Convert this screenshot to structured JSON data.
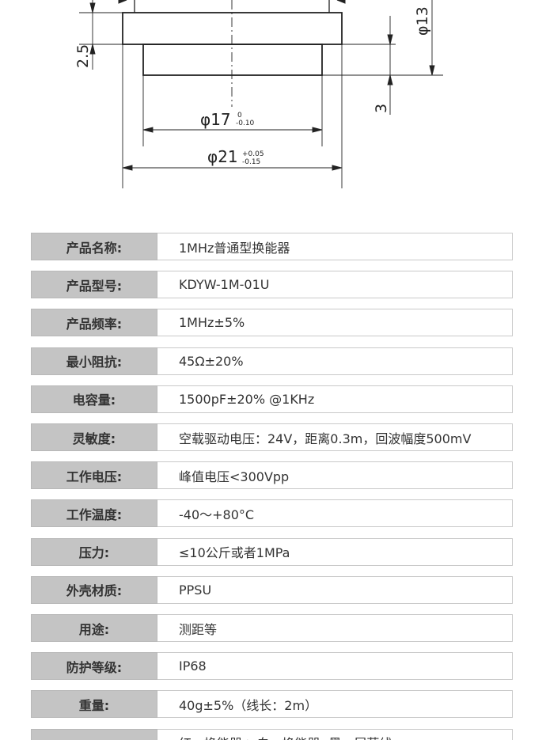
{
  "drawing": {
    "dim_d17": "φ17",
    "dim_d17_tol_upper": "0",
    "dim_d17_tol_lower": "-0.10",
    "dim_d21": "φ21",
    "dim_d21_tol_upper": "+0.05",
    "dim_d21_tol_lower": "-0.15",
    "dim_d13": "φ13",
    "dim_2_5": "2.5",
    "dim_3": "3"
  },
  "specs": [
    {
      "label": "产品名称:",
      "value": "1MHz普通型换能器"
    },
    {
      "label": "产品型号:",
      "value": "KDYW-1M-01U"
    },
    {
      "label": "产品频率:",
      "value": "1MHz±5%"
    },
    {
      "label": "最小阻抗:",
      "value": "45Ω±20%"
    },
    {
      "label": "电容量:",
      "value": "1500pF±20% @1KHz"
    },
    {
      "label": "灵敏度:",
      "value": "空载驱动电压：24V，距离0.3m，回波幅度500mV"
    },
    {
      "label": "工作电压:",
      "value": "峰值电压<300Vpp"
    },
    {
      "label": "工作温度:",
      "value": "-40～+80°C"
    },
    {
      "label": "压力:",
      "value": "≤10公斤或者1MPa"
    },
    {
      "label": "外壳材质:",
      "value": "PPSU"
    },
    {
      "label": "用途:",
      "value": "测距等"
    },
    {
      "label": "防护等级:",
      "value": "IP68"
    },
    {
      "label": "重量:",
      "value": "40g±5%（线长：2m）"
    },
    {
      "label": "",
      "value": "红：换能器+   白：换能器-   黑：屏蔽线"
    }
  ]
}
